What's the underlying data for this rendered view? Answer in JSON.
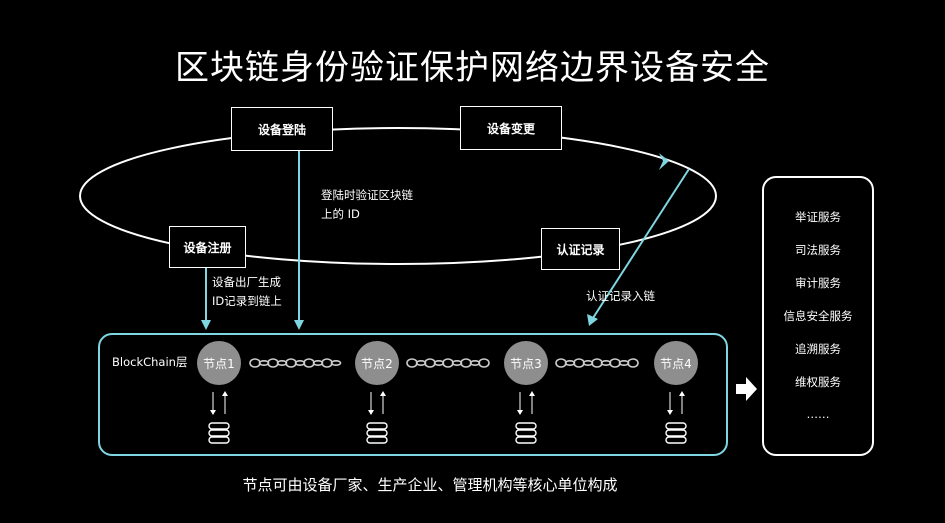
{
  "title": "区块链身份验证保护网络边界设备安全",
  "steps": {
    "login": "设备登陆",
    "change": "设备变更",
    "register": "设备注册",
    "cert_record": "认证记录"
  },
  "annotations": {
    "login_verify_line1": "登陆时验证区块链",
    "login_verify_line2": "上的 ID",
    "factory_line1": "设备出厂生成",
    "factory_line2": "ID记录到链上",
    "record_onchain": "认证记录入链"
  },
  "blockchain": {
    "layer_label": "BlockChain层",
    "nodes": [
      "节点1",
      "节点2",
      "节点3",
      "节点4"
    ]
  },
  "services": {
    "items": [
      "举证服务",
      "司法服务",
      "审计服务",
      "信息安全服务",
      "追溯服务",
      "维权服务",
      "……"
    ]
  },
  "caption": "节点可由设备厂家、生产企业、管理机构等核心单位构成",
  "colors": {
    "background": "#000000",
    "accent": "#7fd6e0",
    "node_fill": "#8e8e8e",
    "text": "#ffffff"
  },
  "icons": [
    "arrow-right-icon",
    "database-icon",
    "chain-link-icon",
    "chevron-icon"
  ]
}
